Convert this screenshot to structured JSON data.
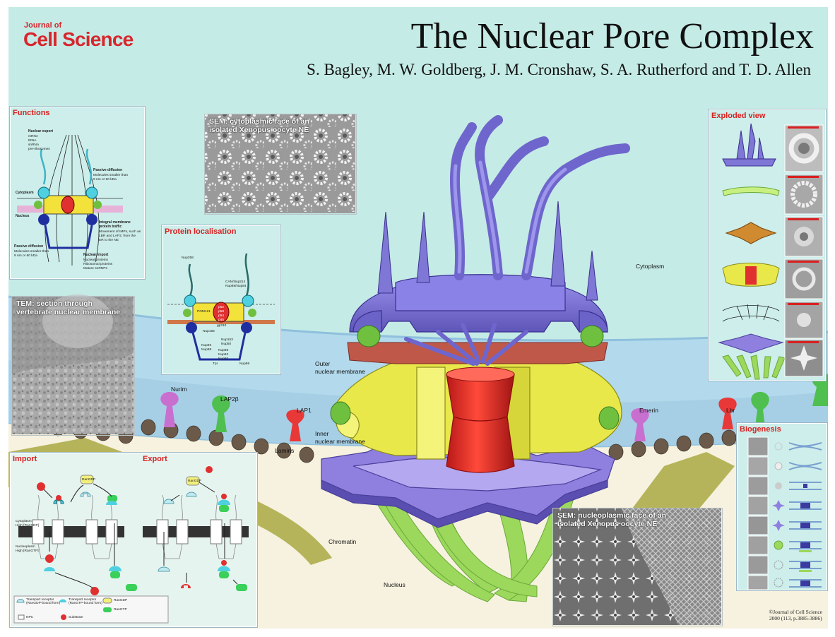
{
  "journal": {
    "line1": "Journal of",
    "line2": "Cell Science"
  },
  "title": "The Nuclear Pore Complex",
  "authors": "S. Bagley, M. W. Goldberg, J. M. Cronshaw, S. A. Rutherford and T. D. Allen",
  "labels": {
    "cytoplasm": "Cytoplasm",
    "outer_membrane": [
      "Outer",
      "nuclear membrane"
    ],
    "inner_membrane": [
      "Inner",
      "nuclear membrane"
    ],
    "nurim": "Nurim",
    "lap2b": "LAP2β",
    "lap1": "LAP1",
    "lamins": "Lamins",
    "emerin": "Emerin",
    "lbr": "Lbr",
    "chromatin": "Chromatin",
    "nucleus": "Nucleus"
  },
  "panels": {
    "functions": {
      "head": "Functions",
      "export": [
        "Nuclear export",
        "mRNA",
        "tRNA",
        "snRNA",
        "pre-ribosomes"
      ],
      "passive_top": [
        "Passive diffusion",
        "Molecules smaller than",
        "9 nm or 60 kDa"
      ],
      "cytoplasm": "Cytoplasm",
      "nucleus": "Nucleus",
      "integral": [
        "Integral membrane",
        "protein traffic",
        "Movement of IMPs, such as",
        "LBR and LAP2, from the",
        "ER to the NE"
      ],
      "passive_bottom": [
        "Passive diffusion",
        "Molecules smaller than",
        "9 nm or 60 kDa"
      ],
      "import": [
        "Nuclear import",
        "Nuclear proteins",
        "Ribosomal proteins",
        "Mature snRNPs"
      ]
    },
    "protein_localisation": {
      "head": "Protein localisation",
      "nup358": "Nup358",
      "can": [
        "CAN/Nup214",
        "Nup88/Nup84"
      ],
      "pom121": "POM121",
      "p62": [
        "p62",
        "p58",
        "p54",
        "p45"
      ],
      "gp210": "gp210",
      "nup155": "Nup155",
      "nup93": [
        "Nup93",
        "Nup98"
      ],
      "nup153": [
        "Nup153",
        "Nup50"
      ],
      "nup98b": [
        "Nup98",
        "Nup93",
        "Nup50"
      ],
      "tpr": "Tpr",
      "nup98c": "Nup98"
    },
    "exploded": {
      "head": "Exploded view"
    },
    "biogenesis": {
      "head": "Biogenesis"
    },
    "transport": {
      "import_head": "Import",
      "export_head": "Export",
      "cytoplasm": [
        "Cytoplasm",
        "High [RanGDP]"
      ],
      "nucleoplasm": [
        "Nucleoplasm",
        "High [RanGTP]"
      ],
      "rangdp": "RanGDP",
      "legend": [
        [
          "Transport receptor",
          "(RanGDP-bound form)"
        ],
        [
          "Transport receptor",
          "(RanGTP-bound form)"
        ],
        [
          "RanGDP"
        ],
        [
          "RanGTP"
        ],
        [
          "NPC"
        ],
        [
          "Substrate"
        ]
      ]
    }
  },
  "micrographs": {
    "sem_cyto": [
      "SEM: cytoplasmic face of an",
      "isolated Xenopus oocyte NE"
    ],
    "tem": [
      "TEM: section through",
      "vertebrate nuclear membrane"
    ],
    "sem_nucleo": [
      "SEM: nucleoplasmic face of an",
      "isolated Xenopus oocyte NE"
    ]
  },
  "copyright": [
    "©Journal of Cell Science",
    "2000 (113, p.3885-3886)"
  ],
  "colors": {
    "background": "#c5ebe6",
    "nucleoplasm": "#f6f2df",
    "membrane": "#a6cfe6",
    "cytoplasmic_ring": "#7f77d6",
    "spoke_ring": "#e8e84a",
    "central_plug": "#e23030",
    "nuclear_ring": "#9c7ee0",
    "basket": "#9bd85c",
    "chromatin": "#b6b45a",
    "lamins": "#6b5a4a",
    "headline_red": "#d7262c"
  }
}
